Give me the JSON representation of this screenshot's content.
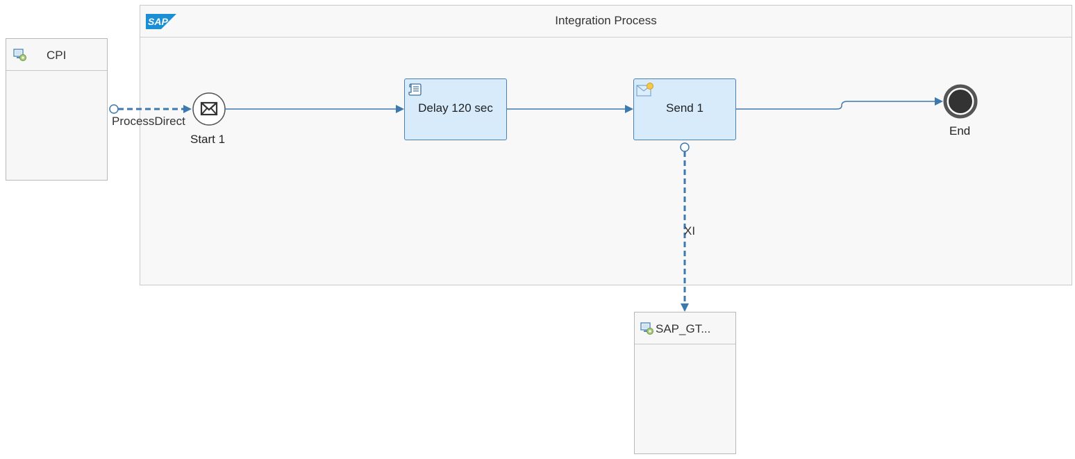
{
  "pool": {
    "title": "Integration Process",
    "logo_text": "SAP"
  },
  "participants": {
    "sender": {
      "name": "CPI"
    },
    "receiver": {
      "name": "SAP_GT..."
    }
  },
  "nodes": {
    "start": {
      "label": "Start 1"
    },
    "delay": {
      "label": "Delay 120 sec"
    },
    "send": {
      "label": "Send 1"
    },
    "end": {
      "label": "End"
    }
  },
  "flows": {
    "sender_to_start": {
      "label": "ProcessDirect"
    },
    "send_to_receiver": {
      "label": "XI"
    }
  },
  "colors": {
    "flow": "#3d79ae",
    "task_fill": "#d7ebfb",
    "task_border": "#4a7fb3",
    "end_event": "#333333"
  }
}
